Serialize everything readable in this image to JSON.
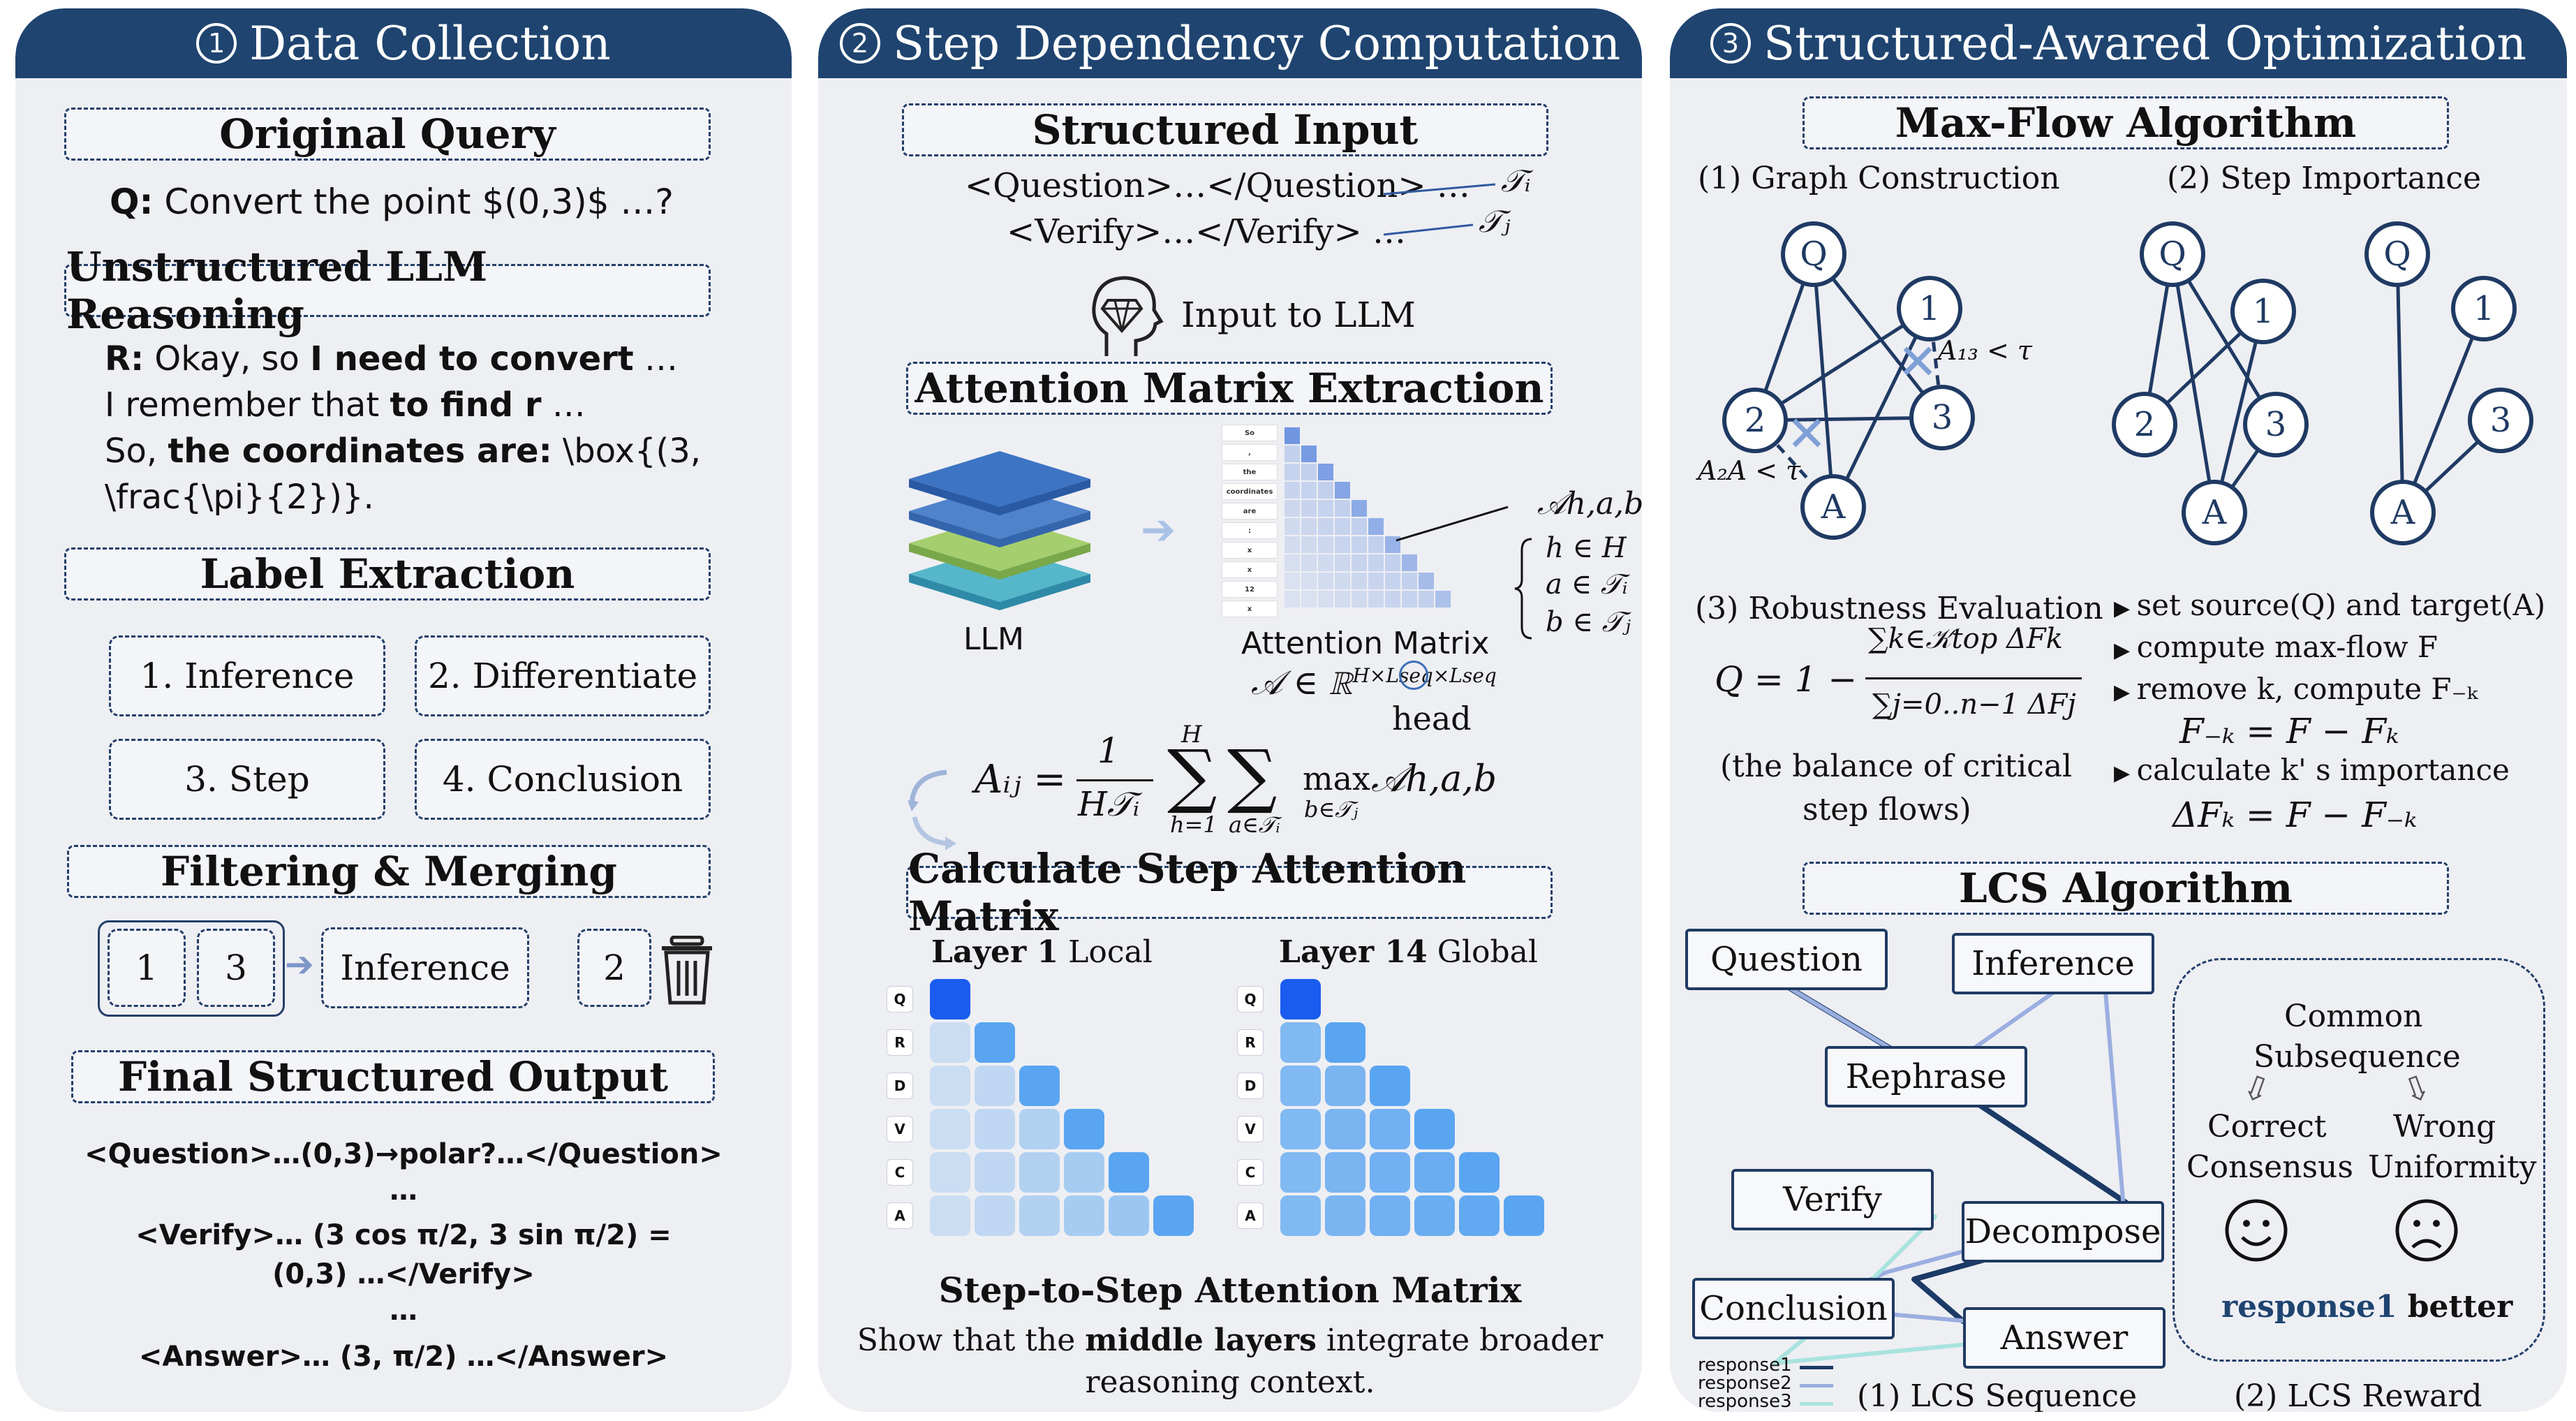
{
  "panel1": {
    "title": "Data Collection",
    "number": "1",
    "original_query": {
      "title": "Original Query",
      "q_label": "Q:",
      "q_text": "Convert the point $(0,3)$ …?"
    },
    "reasoning": {
      "title": "Unstructured LLM Reasoning",
      "r_label": "R:",
      "line1": [
        "Okay, so ",
        "I need to convert",
        " …"
      ],
      "line2": [
        "I remember that ",
        "to find r",
        " …"
      ],
      "line3": [
        "So, ",
        "the coordinates are:",
        " \\box{(3,"
      ],
      "line4": "\\frac{\\pi}{2})}."
    },
    "label_extraction": {
      "title": "Label Extraction",
      "labels": [
        "1. Inference",
        "2. Differentiate",
        "3. Step",
        "4. Conclusion"
      ]
    },
    "filtering": {
      "title": "Filtering & Merging",
      "merge_a": "1",
      "merge_b": "3",
      "result": "Inference",
      "discard": "2"
    },
    "final": {
      "title": "Final Structured Output",
      "lines": [
        "<Question>…(0,3)→polar?…</Question>",
        "…",
        "<Verify>… (3 cos π/2, 3 sin π/2) =",
        "(0,3) …</Verify>",
        "…",
        "<Answer>… (3, π/2) …</Answer>"
      ]
    }
  },
  "panel2": {
    "title": "Step Dependency Computation",
    "number": "2",
    "structured_input": {
      "title": "Structured Input",
      "line1": "<Question>…</Question> …",
      "line2": "<Verify>…</Verify> …",
      "t1": "𝒯ᵢ",
      "t2": "𝒯ⱼ"
    },
    "input_to_llm": "Input to LLM",
    "attention": {
      "title": "Attention Matrix Extraction",
      "llm_label": "LLM",
      "matrix_label": "Attention Matrix",
      "tokens": [
        "So",
        ",",
        "the",
        "coordinates",
        "are",
        ":",
        "x",
        "x",
        "12",
        "x"
      ],
      "A_hab": "𝒜h,a,b",
      "sets": [
        "h ∈ H",
        "a ∈ 𝒯ᵢ",
        "b ∈ 𝒯ⱼ"
      ],
      "dims": "𝒜 ∈ ℝ",
      "dims_sup": "H×Lseq×Lseq",
      "head": "head"
    },
    "formula": {
      "lhs": "Aᵢⱼ =",
      "num": "1",
      "den": "H𝒯ᵢ",
      "sum1_top": "H",
      "sum1_bot": "h=1",
      "sum2_bot": "a∈𝒯ᵢ",
      "max": "max",
      "max_bot": "b∈𝒯ⱼ",
      "rhs": "𝒜h,a,b"
    },
    "step_matrix": {
      "title": "Calculate Step Attention Matrix",
      "layer1": [
        "Layer 1",
        " Local"
      ],
      "layer14": [
        "Layer 14",
        " Global"
      ],
      "rows": [
        "Q",
        "R",
        "D",
        "V",
        "C",
        "A"
      ],
      "caption": "Step-to-Step Attention Matrix",
      "note_a": "Show that the ",
      "note_b": "middle layers",
      "note_c": " integrate broader",
      "note_d": "reasoning context."
    }
  },
  "panel3": {
    "title": "Structured-Awared Optimization",
    "number": "3",
    "maxflow": {
      "title": "Max-Flow Algorithm",
      "graph_title": "(1) Graph Construction",
      "importance_title": "(2) Step Importance",
      "nodes": [
        "Q",
        "1",
        "2",
        "3",
        "A"
      ],
      "cond1": "A₁₃ < τ",
      "cond2": "A₂A < τ"
    },
    "robust": {
      "title": "(3) Robustness Evaluation",
      "formula_lhs": "Q = 1 −",
      "formula_num": "∑k∈𝒦top ΔFk",
      "formula_den": "∑j=0..n−1 ΔFj",
      "note1": "(the balance of critical",
      "note2": "step flows)",
      "bullets": [
        "set source(Q) and target(A)",
        "compute max-flow F",
        "remove k, compute F₋ₖ",
        "calculate k' s importance"
      ],
      "eq1": "F₋ₖ = F − Fₖ",
      "eq2": "ΔFₖ = F − F₋ₖ"
    },
    "lcs": {
      "title": "LCS Algorithm",
      "boxes": [
        "Question",
        "Inference",
        "Rephrase",
        "Verify",
        "Decompose",
        "Conclusion",
        "Answer"
      ],
      "legend": [
        "response1",
        "response2",
        "response3"
      ],
      "seq_label": "(1) LCS Sequence",
      "common": [
        "Common",
        "Subsequence"
      ],
      "correct": [
        "Correct",
        "Consensus"
      ],
      "wrong": [
        "Wrong",
        "Uniformity"
      ],
      "better_a": "response1",
      "better_b": " better",
      "reward_label": "(2) LCS Reward"
    },
    "colors": {
      "navy": "#1f4470",
      "resp1": "#1b3a66",
      "resp2": "#9aaee0",
      "resp3": "#a9e3df"
    }
  }
}
